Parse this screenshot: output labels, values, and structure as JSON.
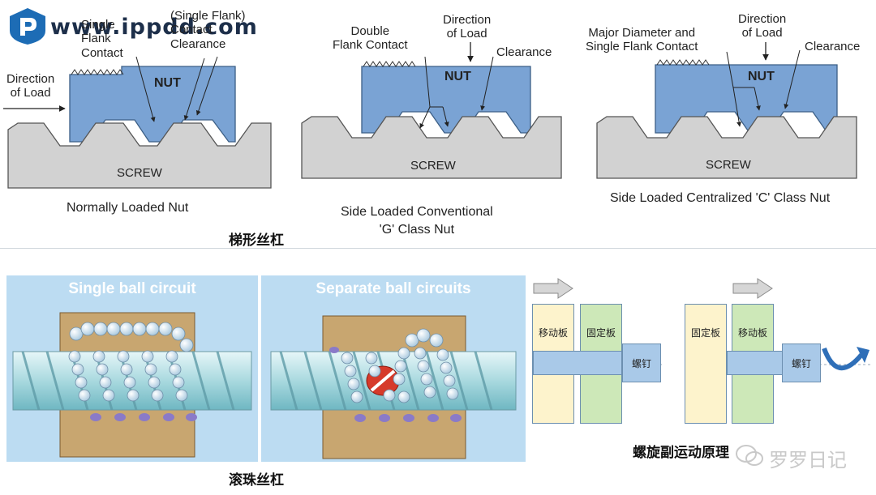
{
  "watermark": {
    "site_text": "www.ippdd.com",
    "account_text": "罗罗日记"
  },
  "trapezoid": {
    "section_title": "梯形丝杠",
    "nut_label": "NUT",
    "screw_label": "SCREW",
    "diagram1": {
      "caption": "Normally Loaded Nut",
      "labels": {
        "single_flank_contact": "Single\nFlank\nContact",
        "single_flank_contact_clearance": "(Single Flank)\nContact\nClearance",
        "direction_of_load": "Direction\nof Load"
      }
    },
    "diagram2": {
      "caption": "Side Loaded Conventional\n'G' Class Nut",
      "labels": {
        "double_flank_contact": "Double\nFlank Contact",
        "direction_of_load": "Direction\nof Load",
        "clearance": "Clearance"
      }
    },
    "diagram3": {
      "caption": "Side Loaded Centralized 'C' Class Nut",
      "labels": {
        "major_diameter": "Major Diameter and\nSingle Flank Contact",
        "direction_of_load": "Direction\nof Load",
        "clearance": "Clearance"
      }
    }
  },
  "ball": {
    "section_title": "滚珠丝杠",
    "panel1_title": "Single ball circuit",
    "panel2_title": "Separate ball circuits"
  },
  "motion": {
    "section_title": "螺旋副运动原理",
    "left_group": {
      "moving_plate": "移动板",
      "fixed_plate": "固定板",
      "screw": "螺钉"
    },
    "right_group": {
      "fixed_plate": "固定板",
      "moving_plate": "移动板",
      "screw": "螺钉"
    }
  },
  "colors": {
    "nut_fill": "#7aa3d4",
    "screw_fill": "#d2d2d2",
    "panel_bg": "#bcdcf2",
    "moving_plate": "#fdf3cc",
    "fixed_plate": "#cde8b8",
    "shaft": "#a9c9e8"
  }
}
